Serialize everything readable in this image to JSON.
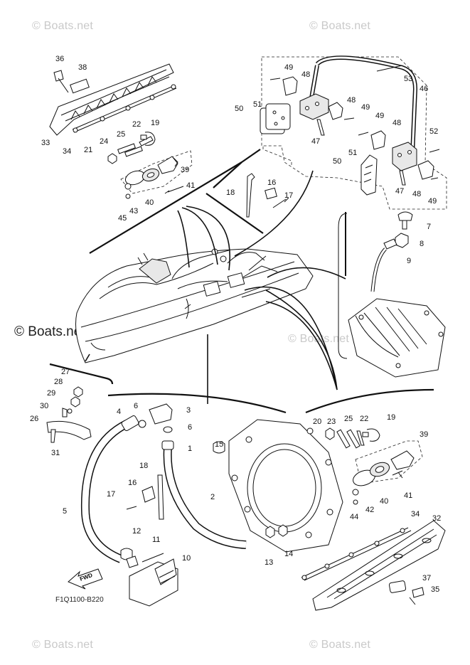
{
  "watermarks": {
    "top_left": "© Boats.net",
    "top_right": "© Boats.net",
    "mid_left": "© Boats.net",
    "mid_right": "© Boats.net",
    "bottom_left": "© Boats.net",
    "bottom_right": "© Boats.net"
  },
  "diagram_code": "F1Q1100-B220",
  "fwd_label": "FWD",
  "callouts": [
    {
      "id": "c36",
      "label": "36"
    },
    {
      "id": "c38",
      "label": "38"
    },
    {
      "id": "c33",
      "label": "33"
    },
    {
      "id": "c34",
      "label": "34"
    },
    {
      "id": "c22a",
      "label": "22"
    },
    {
      "id": "c19a",
      "label": "19"
    },
    {
      "id": "c25a",
      "label": "25"
    },
    {
      "id": "c24",
      "label": "24"
    },
    {
      "id": "c21",
      "label": "21"
    },
    {
      "id": "c39a",
      "label": "39"
    },
    {
      "id": "c41a",
      "label": "41"
    },
    {
      "id": "c40a",
      "label": "40"
    },
    {
      "id": "c43",
      "label": "43"
    },
    {
      "id": "c45",
      "label": "45"
    },
    {
      "id": "c18a",
      "label": "18"
    },
    {
      "id": "c16a",
      "label": "16"
    },
    {
      "id": "c17a",
      "label": "17"
    },
    {
      "id": "c49a",
      "label": "49"
    },
    {
      "id": "c48a",
      "label": "48"
    },
    {
      "id": "c53",
      "label": "53"
    },
    {
      "id": "c46",
      "label": "46"
    },
    {
      "id": "c50a",
      "label": "50"
    },
    {
      "id": "c51a",
      "label": "51"
    },
    {
      "id": "c48b",
      "label": "48"
    },
    {
      "id": "c49b",
      "label": "49"
    },
    {
      "id": "c49c",
      "label": "49"
    },
    {
      "id": "c48c",
      "label": "48"
    },
    {
      "id": "c47a",
      "label": "47"
    },
    {
      "id": "c52",
      "label": "52"
    },
    {
      "id": "c51b",
      "label": "51"
    },
    {
      "id": "c50b",
      "label": "50"
    },
    {
      "id": "c47b",
      "label": "47"
    },
    {
      "id": "c48d",
      "label": "48"
    },
    {
      "id": "c49d",
      "label": "49"
    },
    {
      "id": "c7",
      "label": "7"
    },
    {
      "id": "c8",
      "label": "8"
    },
    {
      "id": "c9",
      "label": "9"
    },
    {
      "id": "c27",
      "label": "27"
    },
    {
      "id": "c28",
      "label": "28"
    },
    {
      "id": "c29",
      "label": "29"
    },
    {
      "id": "c30",
      "label": "30"
    },
    {
      "id": "c26",
      "label": "26"
    },
    {
      "id": "c31",
      "label": "31"
    },
    {
      "id": "c4",
      "label": "4"
    },
    {
      "id": "c6a",
      "label": "6"
    },
    {
      "id": "c3",
      "label": "3"
    },
    {
      "id": "c6b",
      "label": "6"
    },
    {
      "id": "c1",
      "label": "1"
    },
    {
      "id": "c15",
      "label": "15"
    },
    {
      "id": "c18b",
      "label": "18"
    },
    {
      "id": "c16b",
      "label": "16"
    },
    {
      "id": "c17b",
      "label": "17"
    },
    {
      "id": "c5",
      "label": "5"
    },
    {
      "id": "c2",
      "label": "2"
    },
    {
      "id": "c12",
      "label": "12"
    },
    {
      "id": "c11",
      "label": "11"
    },
    {
      "id": "c10",
      "label": "10"
    },
    {
      "id": "c13",
      "label": "13"
    },
    {
      "id": "c14",
      "label": "14"
    },
    {
      "id": "c20",
      "label": "20"
    },
    {
      "id": "c23",
      "label": "23"
    },
    {
      "id": "c25b",
      "label": "25"
    },
    {
      "id": "c22b",
      "label": "22"
    },
    {
      "id": "c19b",
      "label": "19"
    },
    {
      "id": "c39b",
      "label": "39"
    },
    {
      "id": "c41b",
      "label": "41"
    },
    {
      "id": "c40b",
      "label": "40"
    },
    {
      "id": "c42",
      "label": "42"
    },
    {
      "id": "c44",
      "label": "44"
    },
    {
      "id": "c34b",
      "label": "34"
    },
    {
      "id": "c32",
      "label": "32"
    },
    {
      "id": "c37",
      "label": "37"
    },
    {
      "id": "c35",
      "label": "35"
    }
  ]
}
